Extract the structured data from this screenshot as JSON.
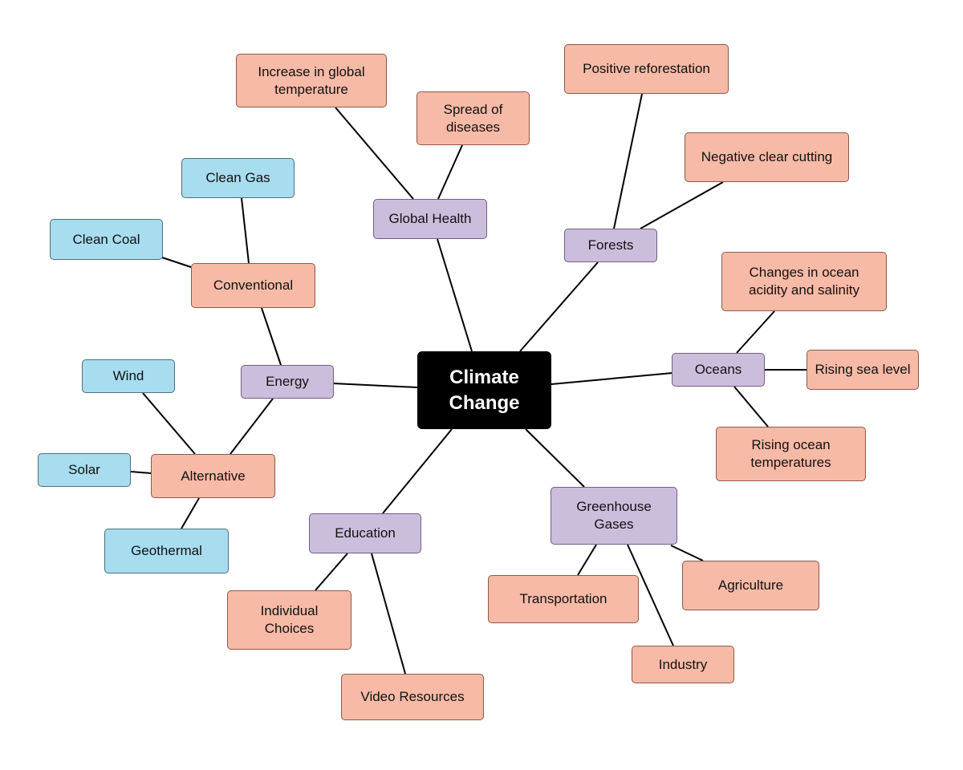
{
  "colors": {
    "level1": "#cbbedd",
    "level2": "#f7baa6",
    "level3": "#a8dcef",
    "center": "#000000"
  },
  "diagram": {
    "center": "Climate\nChange",
    "nodes": {
      "energy": "Energy",
      "global_health": "Global Health",
      "forests": "Forests",
      "oceans": "Oceans",
      "greenhouse": "Greenhouse\nGases",
      "education": "Education",
      "conventional": "Conventional",
      "alternative": "Alternative",
      "clean_gas": "Clean Gas",
      "clean_coal": "Clean Coal",
      "wind": "Wind",
      "solar": "Solar",
      "geothermal": "Geothermal",
      "increase_temp": "Increase in global\ntemperature",
      "spread_diseases": "Spread of\ndiseases",
      "positive_reforestation": "Positive reforestation",
      "negative_clear_cutting": "Negative clear cutting",
      "ocean_acidity": "Changes in ocean\nacidity and salinity",
      "rising_sea": "Rising sea level",
      "rising_ocean_temp": "Rising ocean\ntemperatures",
      "transportation": "Transportation",
      "agriculture": "Agriculture",
      "industry": "Industry",
      "individual_choices": "Individual\nChoices",
      "video_resources": "Video Resources"
    }
  }
}
